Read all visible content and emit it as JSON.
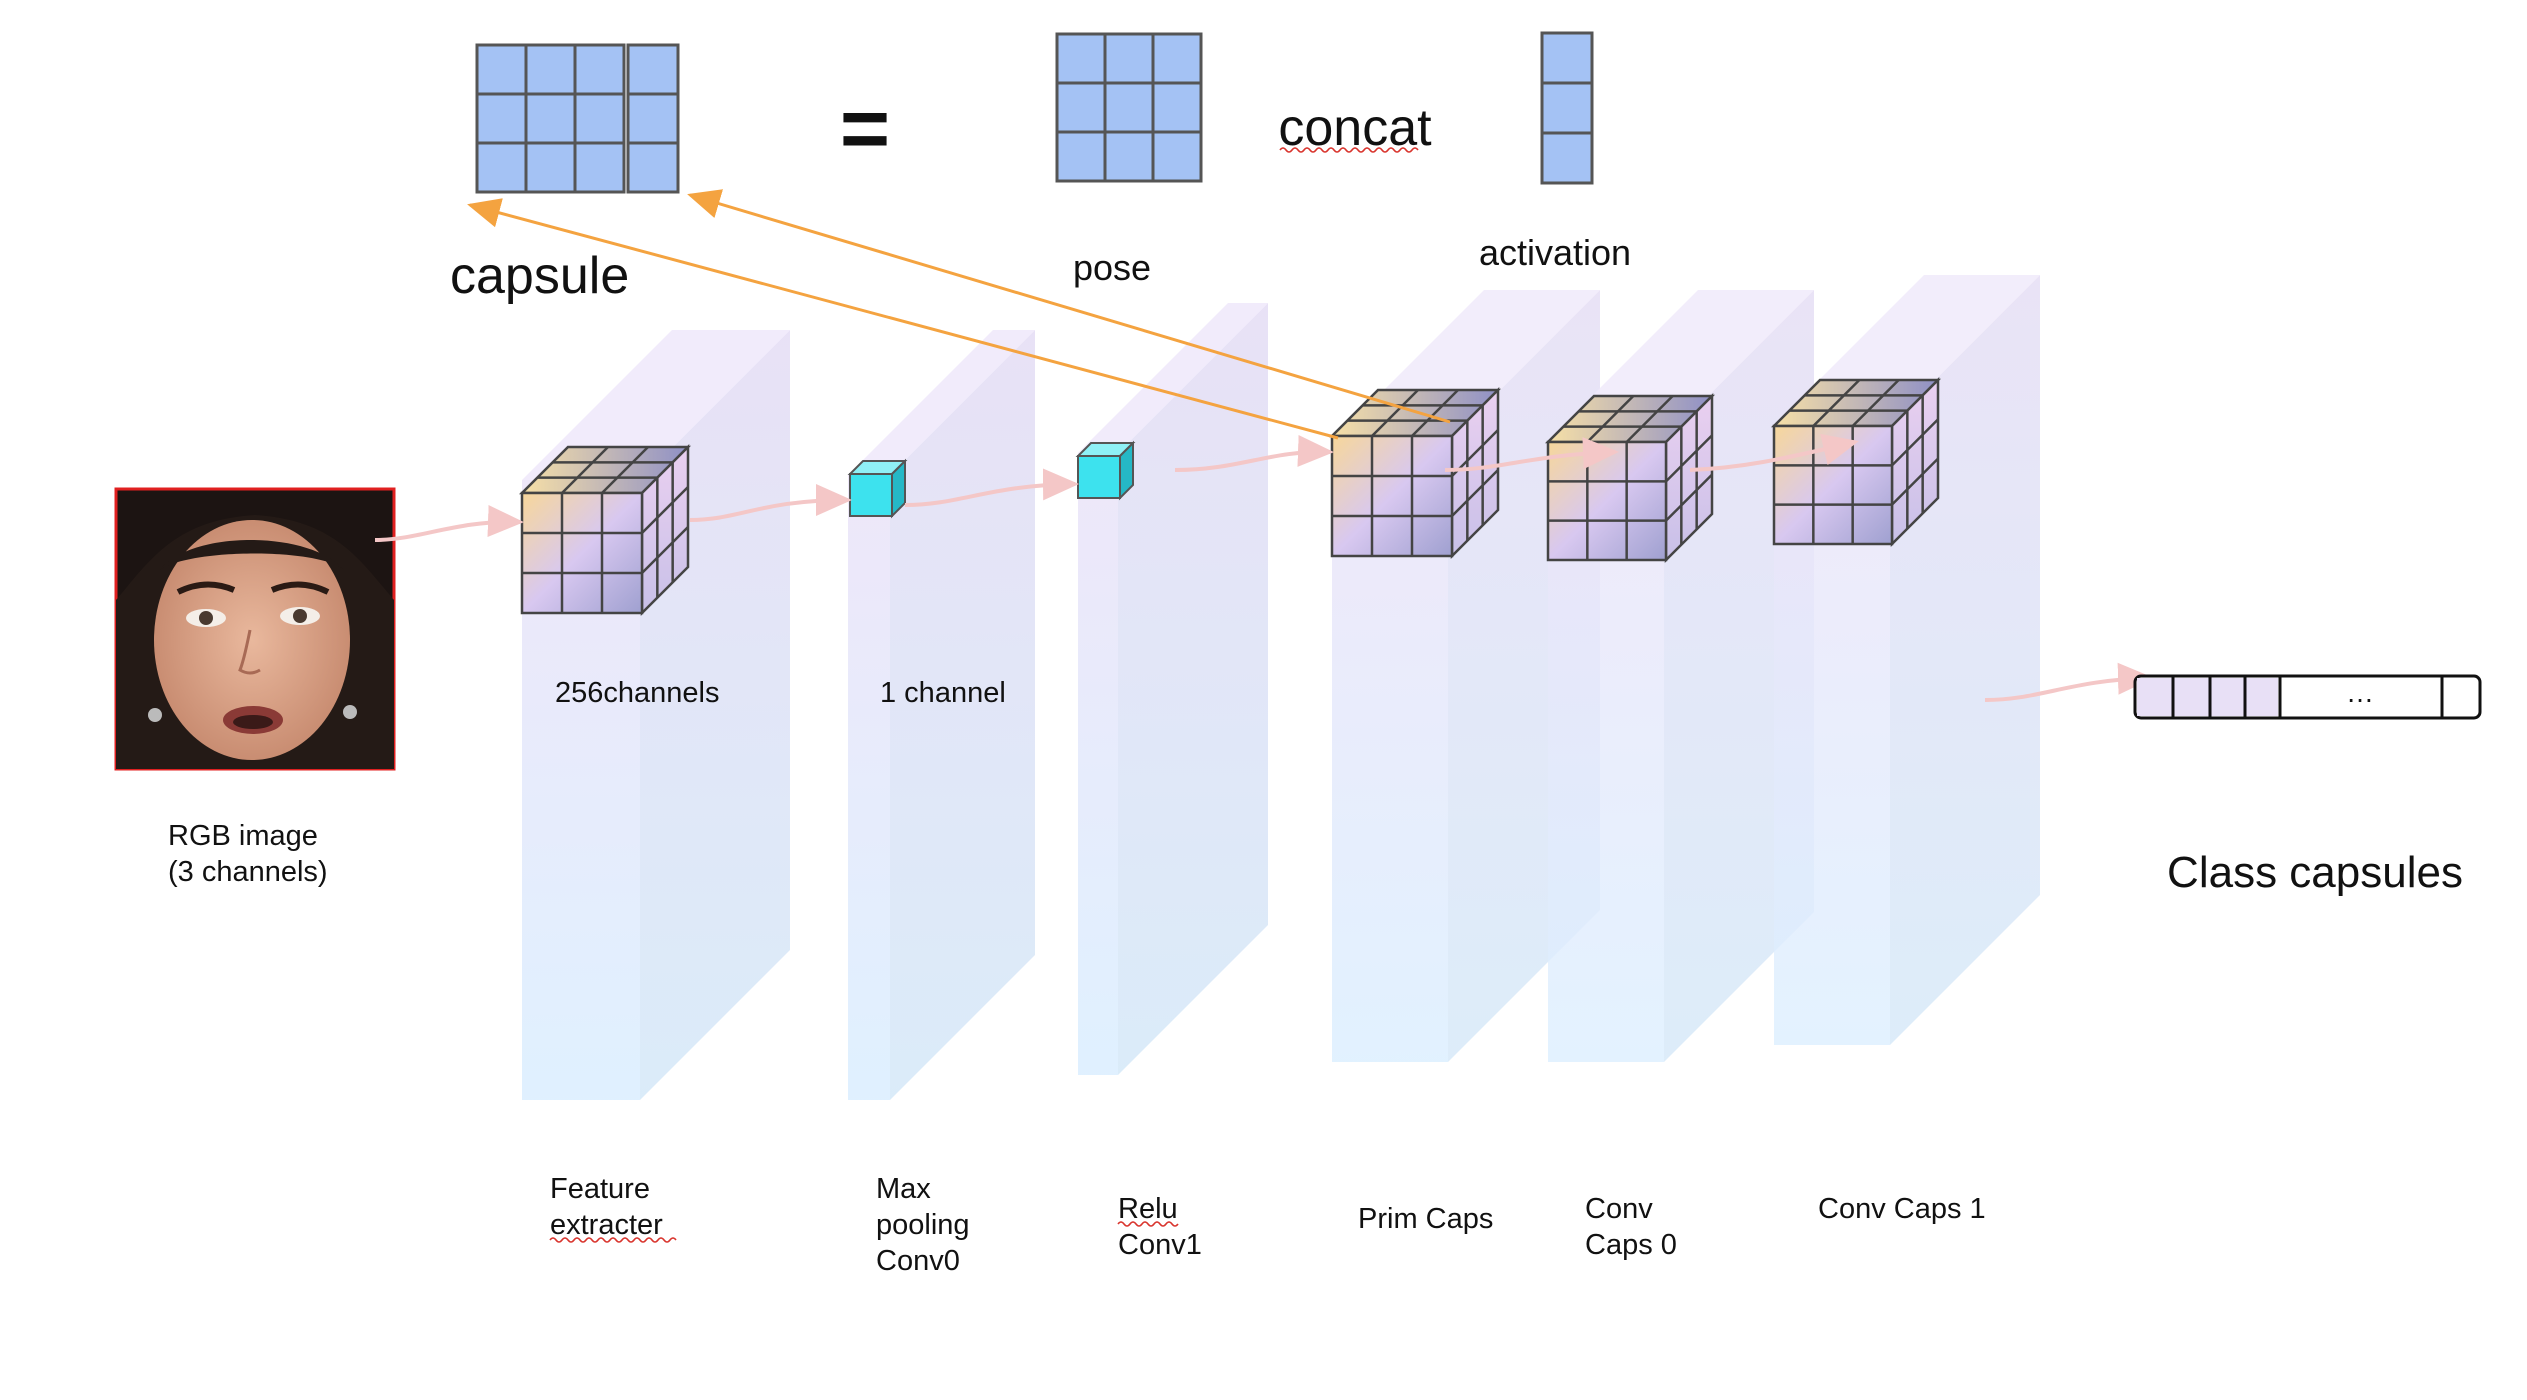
{
  "top_legend": {
    "capsule_label": "capsule",
    "equals_sign": "=",
    "pose_label": "pose",
    "concat_label": "concat",
    "activation_label": "activation"
  },
  "input": {
    "label_line1": "RGB image",
    "label_line2": "(3 channels)"
  },
  "layers": {
    "feature_extracter": {
      "label_line1": "Feature",
      "label_line2": "extracter",
      "channels": "256channels"
    },
    "max_pooling": {
      "label_line1": "Max",
      "label_line2": "pooling",
      "label_line3": "Conv0",
      "channels": "1 channel"
    },
    "relu_conv1": {
      "label_line1": "Relu",
      "label_line2": "Conv1"
    },
    "prim_caps": {
      "label": "Prim Caps"
    },
    "conv_caps0": {
      "label_line1": "Conv",
      "label_line2": "Caps 0"
    },
    "conv_caps1": {
      "label": "Conv Caps 1"
    }
  },
  "output": {
    "label": "Class capsules",
    "ellipsis": "…"
  },
  "colors": {
    "grid_fill": "#a4c2f4",
    "grid_stroke": "#555555",
    "orange_arrow": "#f4a340",
    "pink_arrow": "#f4c7c7",
    "cyan_cube": "#3de2ee",
    "input_border": "#e02020"
  },
  "icons": {
    "input_image": "face-photo-icon"
  }
}
